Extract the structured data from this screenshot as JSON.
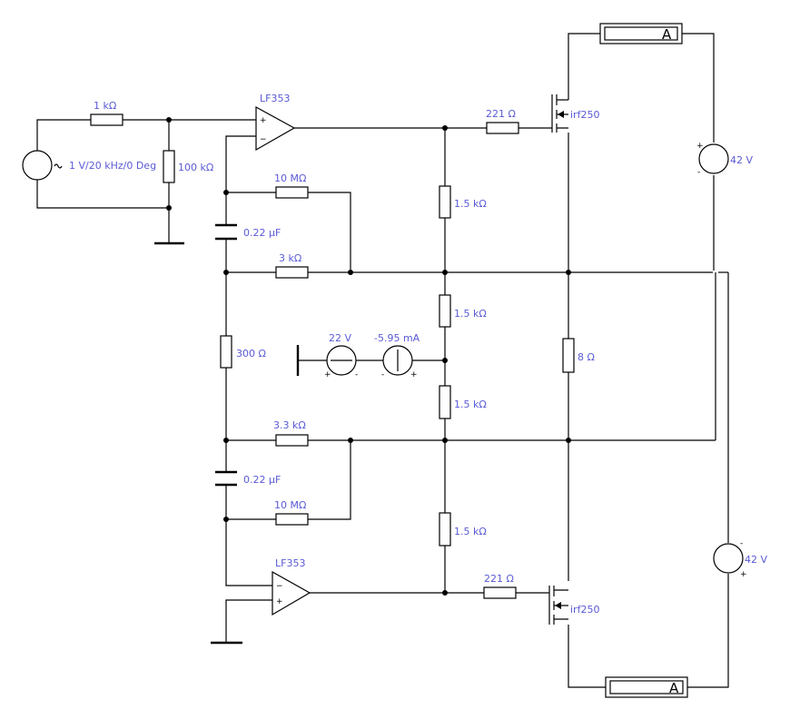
{
  "source": {
    "label": "1 V/20 kHz/0 Deg"
  },
  "resistors": {
    "r_in": "1 kΩ",
    "r_bias": "100 kΩ",
    "r_fb_top": "10 MΩ",
    "r_fb_top2": "3 kΩ",
    "r_mid": "300 Ω",
    "r_fb_bot": "3.3 kΩ",
    "r_fb_bot2": "10 MΩ",
    "r_gate_top": "221 Ω",
    "r_gate_bot": "221 Ω",
    "r_div1": "1.5 kΩ",
    "r_div2": "1.5 kΩ",
    "r_div3": "1.5 kΩ",
    "r_div4": "1.5 kΩ",
    "r_load": "8 Ω"
  },
  "capacitors": {
    "c_top": "0.22 µF",
    "c_bot": "0.22 µF"
  },
  "opamps": {
    "top": "LF353",
    "bottom": "LF353"
  },
  "mosfets": {
    "top": "irf250",
    "bottom": "irf250"
  },
  "supplies": {
    "top": "42 V",
    "bottom": "42 V"
  },
  "bias": {
    "voltage": "22 V",
    "current": "-5.95 mA"
  },
  "ammeters": {
    "top": "A",
    "bottom": "A"
  },
  "pins": {
    "plus": "+",
    "minus": "−",
    "small_plus": "+",
    "small_minus": "-"
  }
}
